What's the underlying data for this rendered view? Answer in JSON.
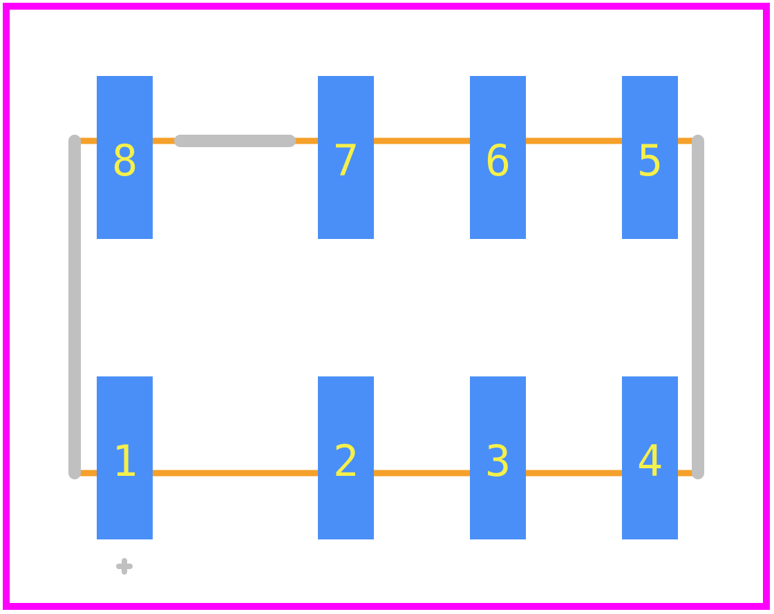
{
  "colors": {
    "background": "#ffffff",
    "board_outline": "#ff00ff",
    "pad_fill": "#4a8ff7",
    "pad_label": "#f5f04a",
    "copper_trace": "#f5a02a",
    "silkscreen": "#c0c0c0"
  },
  "pads": [
    {
      "id": "pad-8",
      "label": "8"
    },
    {
      "id": "pad-7",
      "label": "7"
    },
    {
      "id": "pad-6",
      "label": "6"
    },
    {
      "id": "pad-5",
      "label": "5"
    },
    {
      "id": "pad-1",
      "label": "1"
    },
    {
      "id": "pad-2",
      "label": "2"
    },
    {
      "id": "pad-3",
      "label": "3"
    },
    {
      "id": "pad-4",
      "label": "4"
    }
  ],
  "icons": {
    "origin_marker": "crosshair-icon"
  }
}
